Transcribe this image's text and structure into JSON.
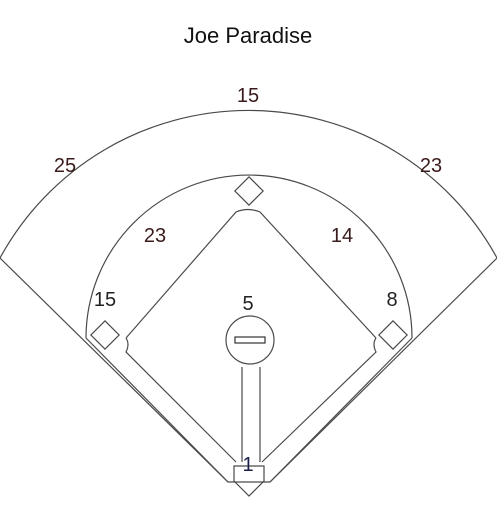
{
  "player_name": "Joe Paradise",
  "zones": {
    "center_field": "15",
    "left_field": "25",
    "right_field": "23",
    "left_center": "23",
    "right_center": "14",
    "third_base": "15",
    "first_base": "8",
    "pitcher": "5",
    "catcher": "1"
  },
  "colors": {
    "outfield_text": "#3a1a1a",
    "infield_text": "#222222",
    "catcher_text": "#1a1f4a",
    "line": "#4a4a4a"
  }
}
